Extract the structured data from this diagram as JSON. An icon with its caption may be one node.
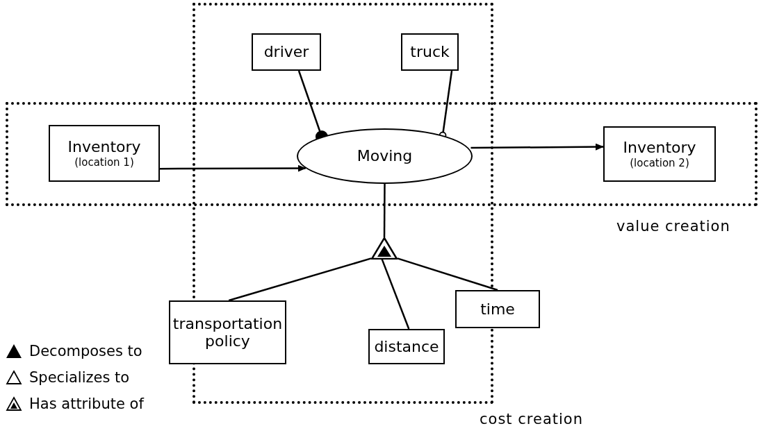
{
  "diagram": {
    "nodes": [
      {
        "text": [
          "value creation"
        ]
      },
      {
        "text": [
          "cost creation"
        ]
      },
      {
        "text": [
          "Inventory",
          "(location 1)"
        ],
        "in": 0
      },
      {
        "text": [
          "driver"
        ],
        "in": 1
      },
      {
        "text": [
          "truck"
        ],
        "in": 1
      },
      {
        "text": [
          "Moving"
        ]
      },
      {
        "text": [
          "Inventory",
          "(location 2)"
        ],
        "in": 0
      },
      {
        "text": [],
        "shape": "triangle",
        "in": 1
      },
      {
        "text": [
          "transportation policy"
        ]
      },
      {
        "text": [
          "distance"
        ],
        "in": 1
      },
      {
        "text": [
          "time"
        ]
      }
    ],
    "edges": [
      {
        "from": 2,
        "to": 5,
        "arrow": "to"
      },
      {
        "from": 5,
        "to": 6,
        "arrow": "to"
      },
      {
        "from": 3,
        "to": 5,
        "arrow": "other"
      },
      {
        "from": 4,
        "to": 5,
        "arrow": "other"
      },
      {
        "from": 5,
        "to": 7,
        "arrow": "none"
      },
      {
        "from": 7,
        "to": 8,
        "arrow": "none"
      },
      {
        "from": 7,
        "to": 9,
        "arrow": "none"
      },
      {
        "from": 7,
        "to": 10,
        "arrow": "none"
      }
    ],
    "legend": [
      {
        "text": "Decomposes to"
      },
      {
        "text": "Specializes to"
      },
      {
        "text": "Has attribute of"
      }
    ]
  }
}
